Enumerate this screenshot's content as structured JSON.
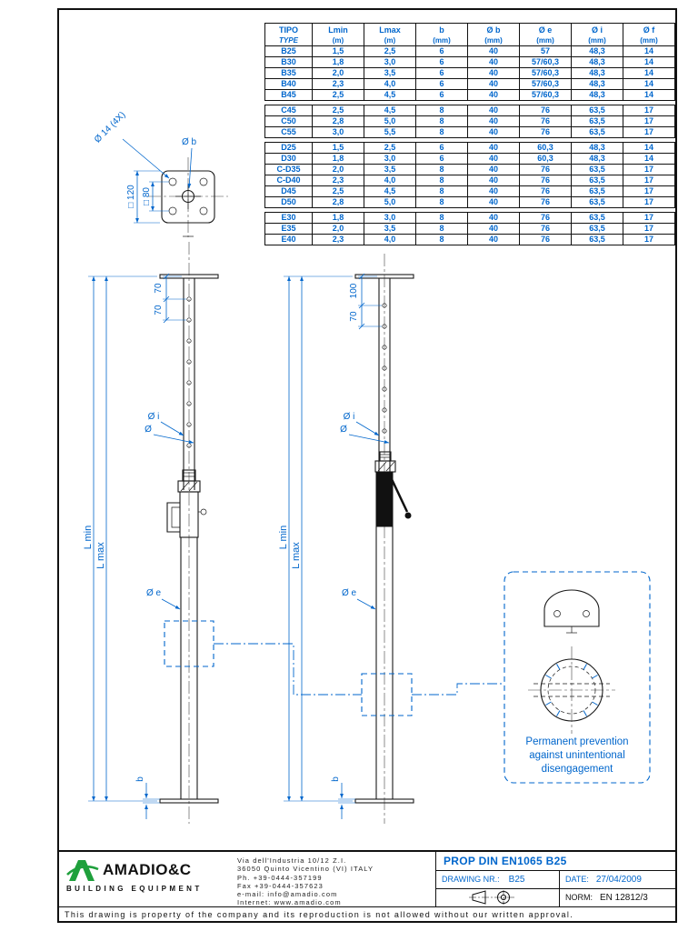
{
  "table": {
    "headers": [
      {
        "top": "TIPO",
        "bottom": "TYPE"
      },
      {
        "top": "Lmin",
        "bottom": "(m)"
      },
      {
        "top": "Lmax",
        "bottom": "(m)"
      },
      {
        "top": "b",
        "bottom": "(mm)"
      },
      {
        "top": "Ø b",
        "bottom": "(mm)"
      },
      {
        "top": "Ø e",
        "bottom": "(mm)"
      },
      {
        "top": "Ø i",
        "bottom": "(mm)"
      },
      {
        "top": "Ø f",
        "bottom": "(mm)"
      }
    ],
    "groups": [
      [
        [
          "B25",
          "1,5",
          "2,5",
          "6",
          "40",
          "57",
          "48,3",
          "14"
        ],
        [
          "B30",
          "1,8",
          "3,0",
          "6",
          "40",
          "57/60,3",
          "48,3",
          "14"
        ],
        [
          "B35",
          "2,0",
          "3,5",
          "6",
          "40",
          "57/60,3",
          "48,3",
          "14"
        ],
        [
          "B40",
          "2,3",
          "4,0",
          "6",
          "40",
          "57/60,3",
          "48,3",
          "14"
        ],
        [
          "B45",
          "2,5",
          "4,5",
          "6",
          "40",
          "57/60,3",
          "48,3",
          "14"
        ]
      ],
      [
        [
          "C45",
          "2,5",
          "4,5",
          "8",
          "40",
          "76",
          "63,5",
          "17"
        ],
        [
          "C50",
          "2,8",
          "5,0",
          "8",
          "40",
          "76",
          "63,5",
          "17"
        ],
        [
          "C55",
          "3,0",
          "5,5",
          "8",
          "40",
          "76",
          "63,5",
          "17"
        ]
      ],
      [
        [
          "D25",
          "1,5",
          "2,5",
          "6",
          "40",
          "60,3",
          "48,3",
          "14"
        ],
        [
          "D30",
          "1,8",
          "3,0",
          "6",
          "40",
          "60,3",
          "48,3",
          "14"
        ],
        [
          "C-D35",
          "2,0",
          "3,5",
          "8",
          "40",
          "76",
          "63,5",
          "17"
        ],
        [
          "C-D40",
          "2,3",
          "4,0",
          "8",
          "40",
          "76",
          "63,5",
          "17"
        ],
        [
          "D45",
          "2,5",
          "4,5",
          "8",
          "40",
          "76",
          "63,5",
          "17"
        ],
        [
          "D50",
          "2,8",
          "5,0",
          "8",
          "40",
          "76",
          "63,5",
          "17"
        ]
      ],
      [
        [
          "E30",
          "1,8",
          "3,0",
          "8",
          "40",
          "76",
          "63,5",
          "17"
        ],
        [
          "E35",
          "2,0",
          "3,5",
          "8",
          "40",
          "76",
          "63,5",
          "17"
        ],
        [
          "E40",
          "2,3",
          "4,0",
          "8",
          "40",
          "76",
          "63,5",
          "17"
        ]
      ]
    ]
  },
  "drawing": {
    "plate": {
      "holes_label": "Ø 14 (4X)",
      "dia_b": "Ø b",
      "sq_outer": "□ 120",
      "sq_inner": "□ 80"
    },
    "prop_left": {
      "dim1": "70",
      "dim2": "70",
      "dia_i": "Ø i",
      "dia": "Ø",
      "l_min": "L min",
      "l_max": "L max",
      "dia_e": "Ø e",
      "b": "b"
    },
    "prop_right": {
      "dim1": "100",
      "dim2": "70",
      "dia_i": "Ø i",
      "dia": "Ø",
      "l_min": "L min",
      "l_max": "L max",
      "dia_e": "Ø e",
      "b": "b"
    },
    "detail_note_line1": "Permanent prevention",
    "detail_note_line2": "against unintentional",
    "detail_note_line3": "disengagement"
  },
  "titleblock": {
    "company": "AMADIO&C",
    "tagline": "BUILDING EQUIPMENT",
    "address_lines": [
      "Via dell'Industria 10/12 Z.I.",
      "36050 Quinto Vicentino (VI) ITALY",
      "Ph. +39-0444-357199",
      "Fax +39-0444-357623",
      "e-mail: info@amadio.com",
      "Internet: www.amadio.com"
    ],
    "title": "PROP DIN EN1065 B25",
    "drawing_nr_label": "DRAWING NR.:",
    "drawing_nr_value": "B25",
    "date_label": "DATE:",
    "date_value": "27/04/2009",
    "norm_label": "NORM:",
    "norm_value": "EN 12812/3"
  },
  "footer": {
    "note": "This drawing is property of the company and its reproduction is not allowed without our written approval."
  },
  "colors": {
    "accent_blue": "#0066CC",
    "line_black": "#1a1a1a",
    "logo_green": "#1FA03C"
  }
}
